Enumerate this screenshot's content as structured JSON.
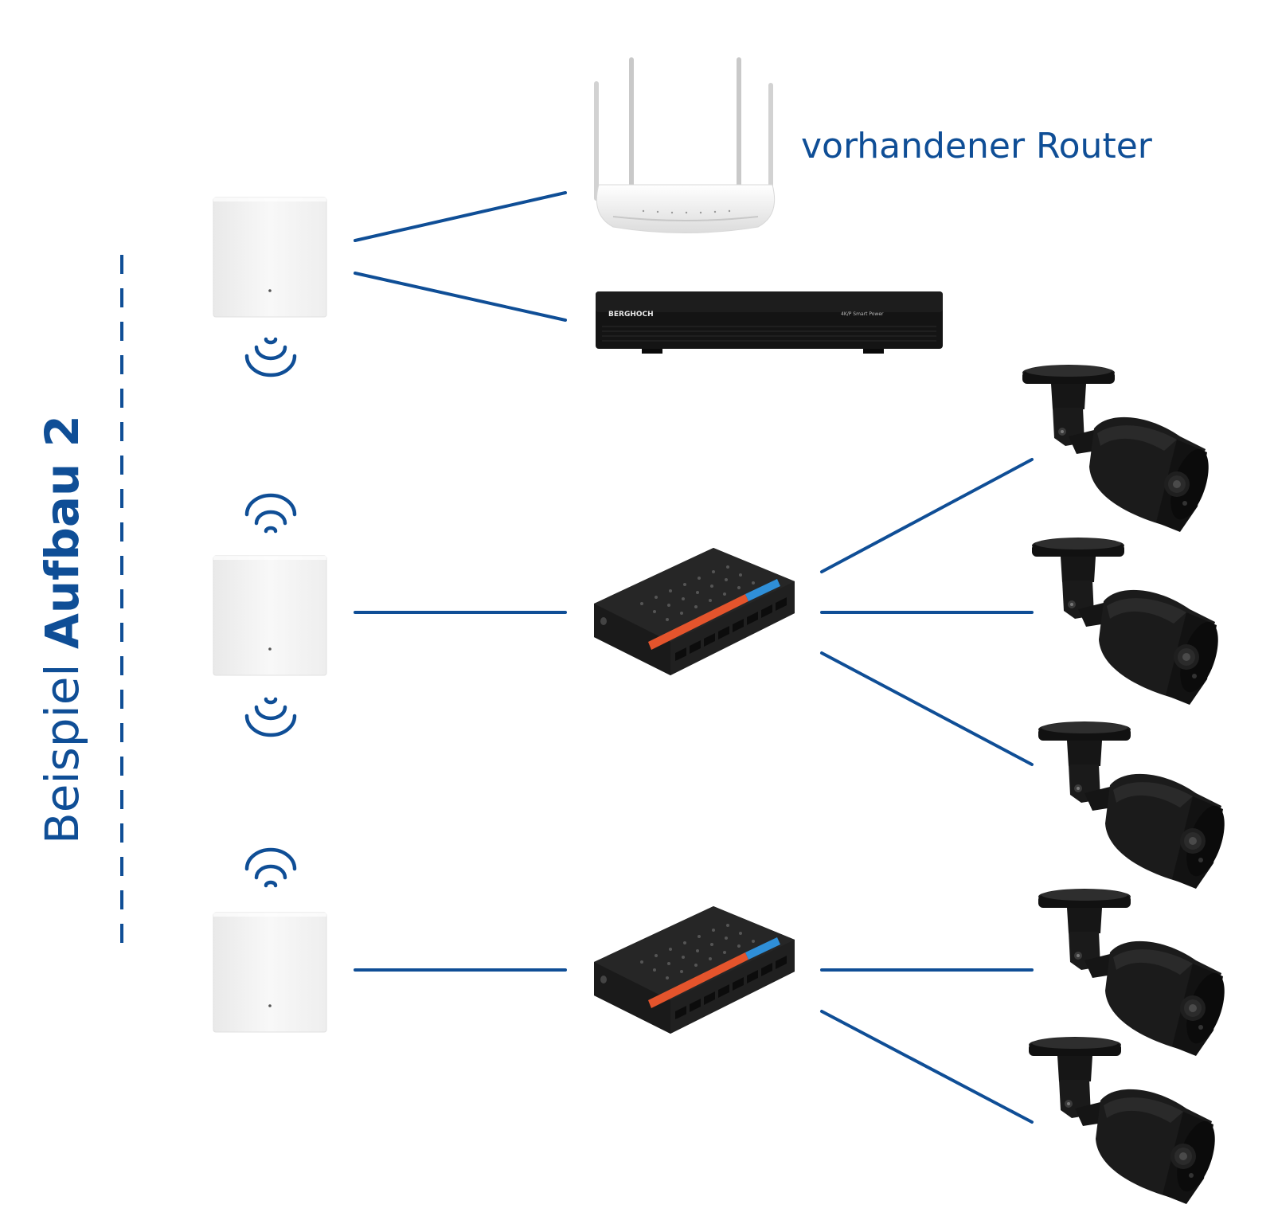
{
  "title": {
    "regular": "Beispiel ",
    "bold": "Aufbau 2"
  },
  "router_label": "vorhandener Router",
  "nvr_brand": "BERGHOCH",
  "nvr_small_text": "4K/P  Smart Power",
  "colors": {
    "accent": "#0f4e96",
    "bridge": "#f4f4f4",
    "device_dark": "#1c1c1c",
    "switch_stripe": "#e4542c"
  },
  "icons": [
    "wifi-signal-icon",
    "wireless-bridge",
    "router",
    "nvr-recorder",
    "poe-switch",
    "bullet-camera"
  ]
}
